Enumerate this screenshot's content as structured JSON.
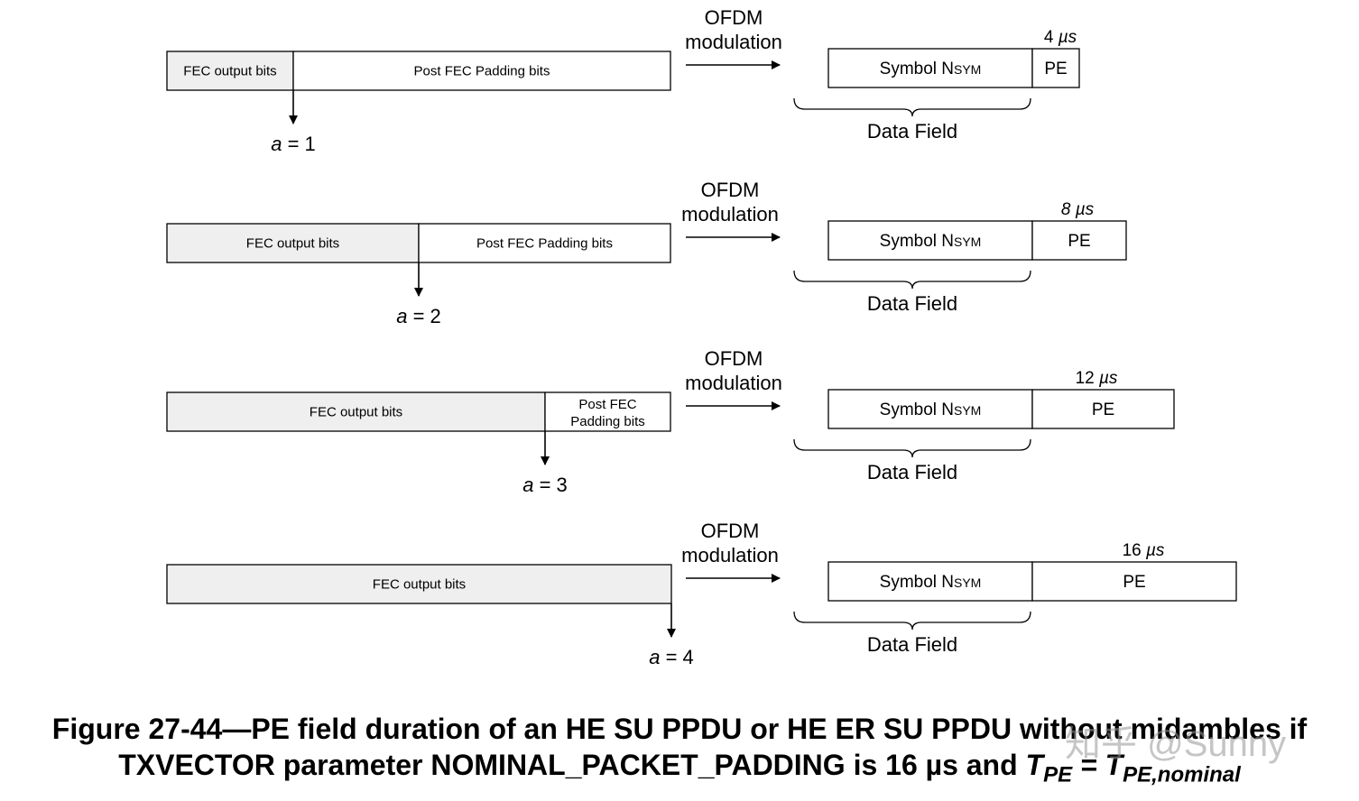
{
  "rows": [
    {
      "fec_label": "FEC output bits",
      "pad_label": "Post FEC Padding bits",
      "pad_label_lines": [],
      "a_value": "1",
      "ofdm": "OFDM",
      "modulation": "modulation",
      "symbol": "Symbol N",
      "symbol_sub": "SYM",
      "pe": "PE",
      "duration": "4",
      "unit": "µs",
      "data_field": "Data Field"
    },
    {
      "fec_label": "FEC output bits",
      "pad_label": "Post FEC Padding bits",
      "pad_label_lines": [],
      "a_value": "2",
      "ofdm": "OFDM",
      "modulation": "modulation",
      "symbol": "Symbol N",
      "symbol_sub": "SYM",
      "pe": "PE",
      "duration": "8",
      "unit": "µs",
      "data_field": "Data Field"
    },
    {
      "fec_label": "FEC output bits",
      "pad_label": "",
      "pad_label_lines": [
        "Post FEC",
        "Padding bits"
      ],
      "a_value": "3",
      "ofdm": "OFDM",
      "modulation": "modulation",
      "symbol": "Symbol N",
      "symbol_sub": "SYM",
      "pe": "PE",
      "duration": "12",
      "unit": "µs",
      "data_field": "Data Field"
    },
    {
      "fec_label": "FEC output bits",
      "pad_label": "",
      "pad_label_lines": [],
      "a_value": "4",
      "ofdm": "OFDM",
      "modulation": "modulation",
      "symbol": "Symbol N",
      "symbol_sub": "SYM",
      "pe": "PE",
      "duration": "16",
      "unit": "µs",
      "data_field": "Data Field"
    }
  ],
  "a_symbol": "a",
  "equals": " = ",
  "caption": {
    "line1": "Figure 27-44—PE field duration of an HE SU PPDU or HE ER SU PPDU without midambles if",
    "line2_prefix": "TXVECTOR parameter NOMINAL_PACKET_PADDING is 16 µs and ",
    "t": "T",
    "sub_pe": "PE",
    "eq": " = ",
    "sub_pe_nominal": "PE,nominal"
  },
  "watermark": "知乎 @Sunny"
}
